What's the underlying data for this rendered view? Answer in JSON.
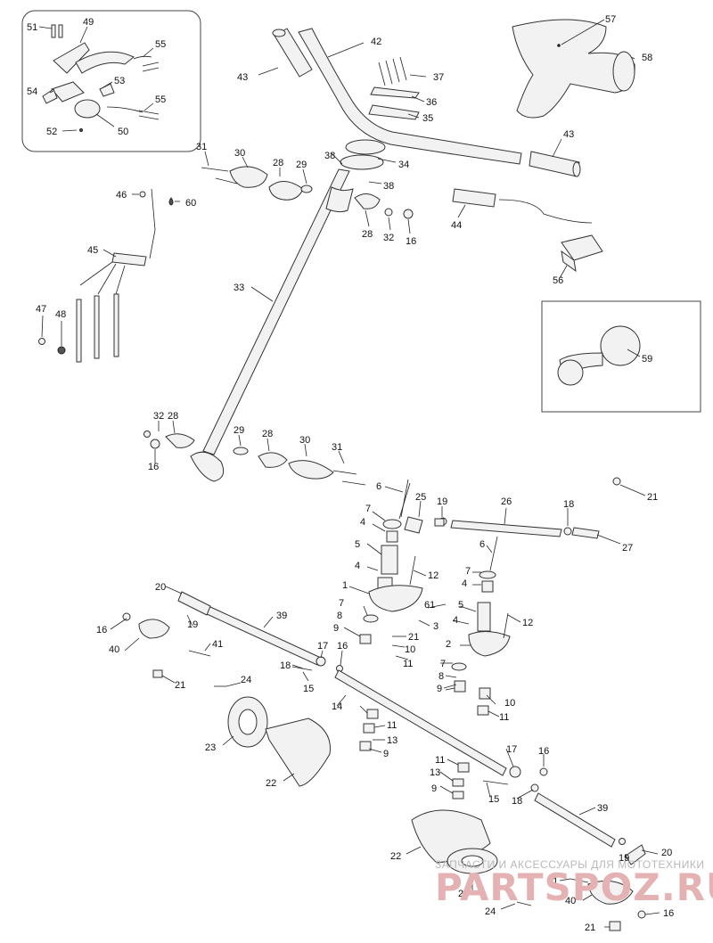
{
  "diagram": {
    "labels": [
      "51",
      "49",
      "55",
      "53",
      "54",
      "50",
      "52",
      "55",
      "57",
      "58",
      "42",
      "43",
      "37",
      "36",
      "35",
      "31",
      "30",
      "28",
      "29",
      "38",
      "34",
      "43",
      "38",
      "46",
      "60",
      "44",
      "28",
      "32",
      "16",
      "45",
      "33",
      "56",
      "47",
      "48",
      "59",
      "32",
      "28",
      "16",
      "29",
      "28",
      "30",
      "31",
      "6",
      "25",
      "19",
      "26",
      "18",
      "21",
      "7",
      "4",
      "27",
      "5",
      "6",
      "12",
      "4",
      "7",
      "20",
      "1",
      "4",
      "16",
      "39",
      "19",
      "5",
      "40",
      "8",
      "7",
      "61",
      "4",
      "12",
      "9",
      "3",
      "21",
      "2",
      "41",
      "10",
      "7",
      "17",
      "16",
      "11",
      "18",
      "15",
      "8",
      "21",
      "24",
      "9",
      "10",
      "11",
      "14",
      "11",
      "23",
      "13",
      "22",
      "9",
      "17",
      "16",
      "11",
      "13",
      "15",
      "18",
      "9",
      "39",
      "22",
      "20",
      "24",
      "19",
      "40",
      "21",
      "16",
      "41",
      "23"
    ]
  },
  "watermark": {
    "line1": "ЗАПЧАСТИ И АКСЕССУАРЫ ДЛЯ МОТОТЕХНИКИ",
    "line2": "PARTSPOZ.RU"
  }
}
